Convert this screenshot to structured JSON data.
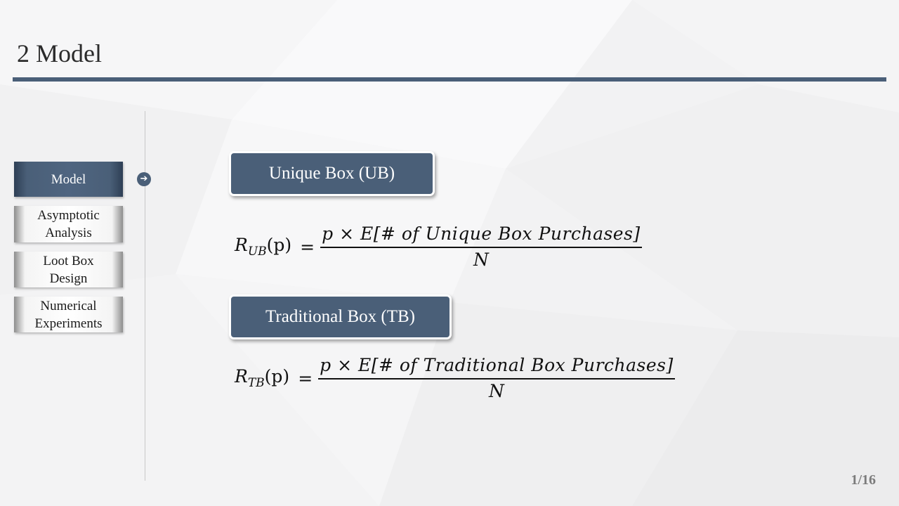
{
  "slide": {
    "title": "2 Model",
    "page": "1/16"
  },
  "nav": {
    "items": [
      {
        "label": "Model",
        "active": true
      },
      {
        "label": "Asymptotic Analysis",
        "line1": "Asymptotic",
        "line2": "Analysis",
        "active": false
      },
      {
        "label": "Loot Box Design",
        "line1": "Loot Box",
        "line2": "Design",
        "active": false
      },
      {
        "label": "Numerical Experiments",
        "line1": "Numerical",
        "line2": "Experiments",
        "active": false
      }
    ],
    "arrow_icon": "arrow-right-circle-icon"
  },
  "sections": [
    {
      "heading": "Unique Box (UB)",
      "formula": {
        "lhs_var": "R",
        "lhs_sub": "UB",
        "lhs_arg": "(p)",
        "eq": "=",
        "numerator": "p × E[# of Unique Box Purchases]",
        "denominator": "N"
      }
    },
    {
      "heading": "Traditional Box (TB)",
      "formula": {
        "lhs_var": "R",
        "lhs_sub": "TB",
        "lhs_arg": "(p)",
        "eq": "=",
        "numerator": "p × E[# of Traditional Box Purchases]",
        "denominator": "N"
      }
    }
  ],
  "colors": {
    "accent": "#4a5f78",
    "background": "#f2f2f3",
    "page_number": "#7b7b7b"
  }
}
